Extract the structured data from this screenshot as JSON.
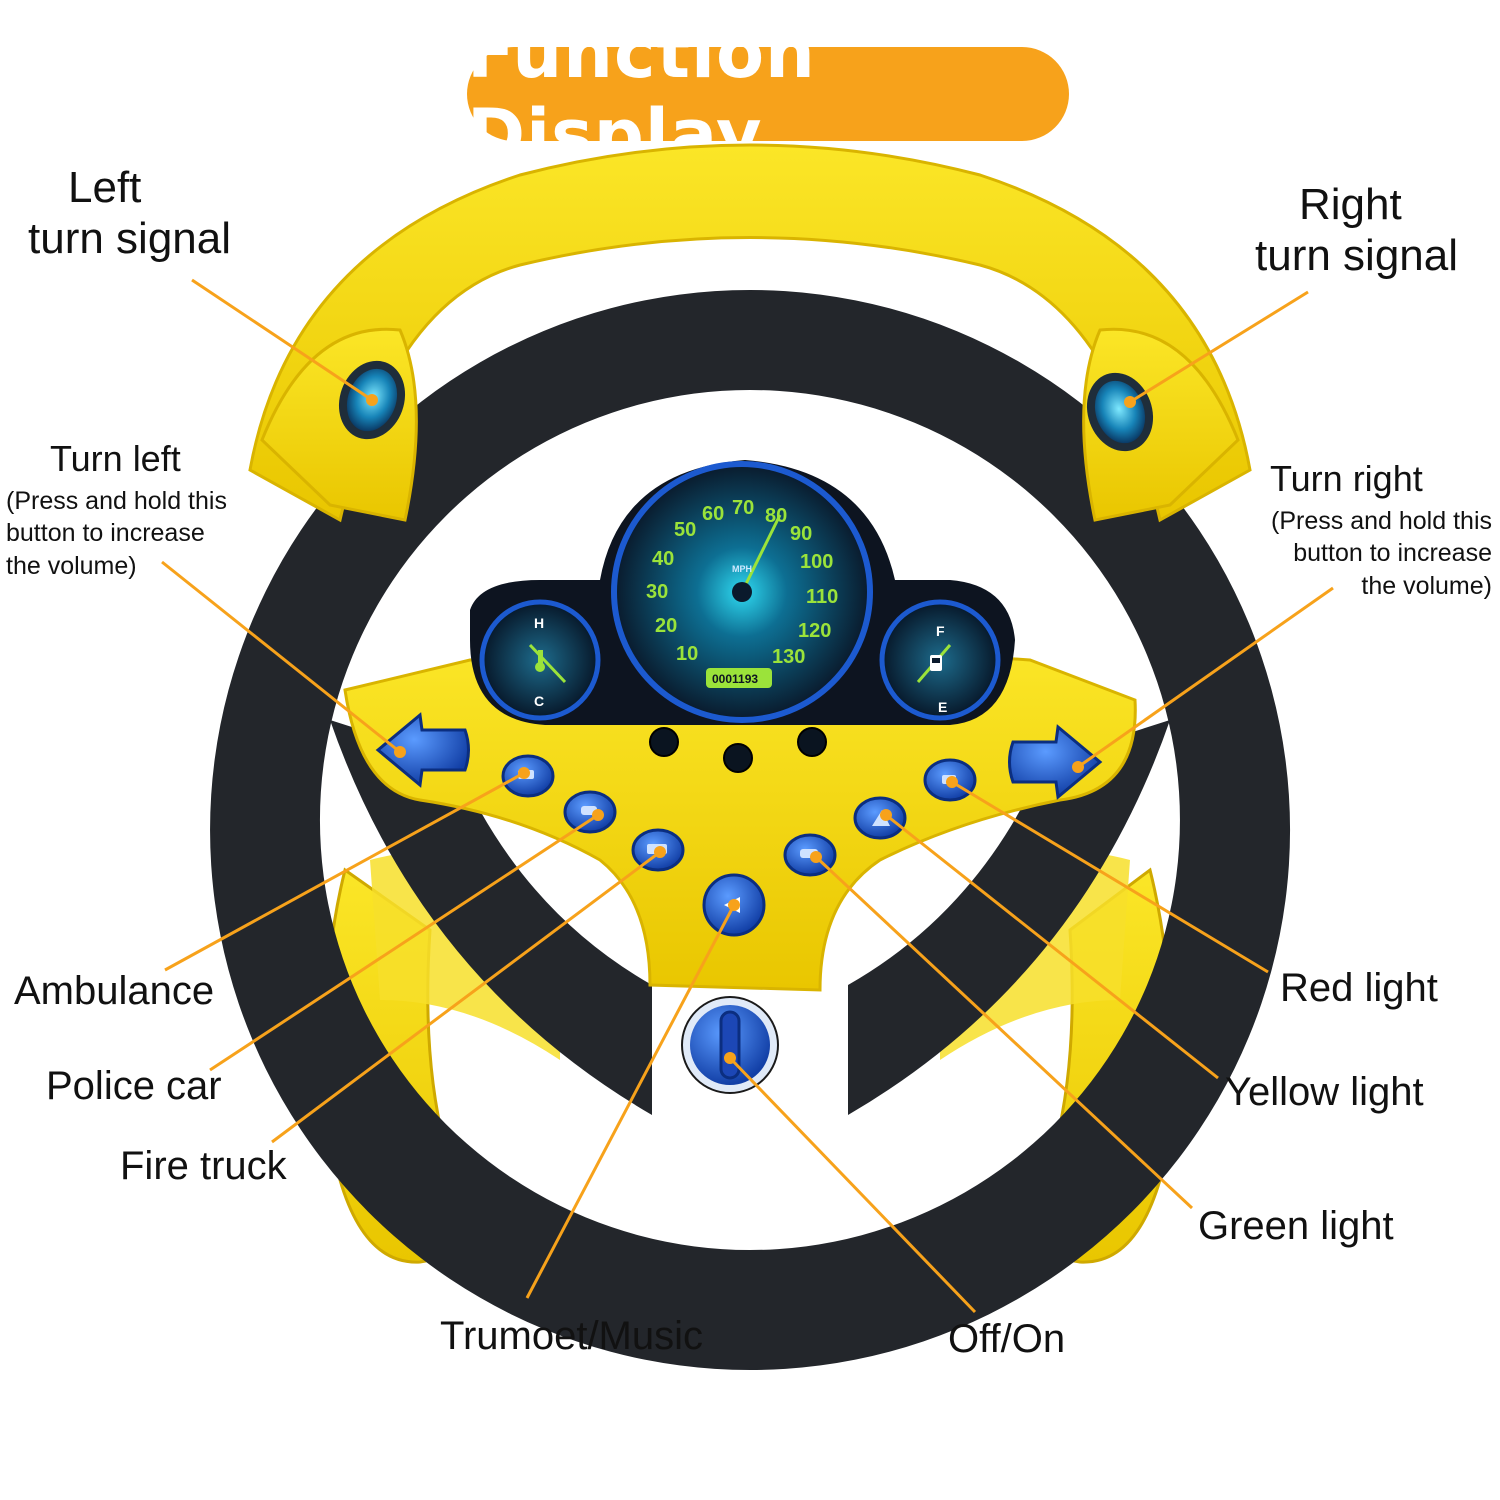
{
  "title": "Function Display",
  "colors": {
    "accent": "#f7a21b",
    "wheel_yellow": "#f5dc0a",
    "wheel_black": "#23262b",
    "button_blue": "#1f5fd6",
    "gauge_green": "#9be33a"
  },
  "labels": {
    "left_signal": {
      "line1": "Left",
      "line2": "turn signal"
    },
    "right_signal": {
      "line1": "Right",
      "line2": "turn signal"
    },
    "turn_left": {
      "head": "Turn left",
      "lines": [
        "(Press and hold this",
        "button to increase",
        "the volume)"
      ]
    },
    "turn_right": {
      "head": "Turn right",
      "lines": [
        "(Press and hold this",
        "button to increase",
        "the volume)"
      ]
    },
    "ambulance": "Ambulance",
    "police_car": "Police car",
    "fire_truck": "Fire truck",
    "trumpet_music": "Trumoet/Music",
    "off_on": "Off/On",
    "red_light": "Red light",
    "yellow_light": "Yellow light",
    "green_light": "Green light"
  },
  "speedometer": {
    "unit": "MPH",
    "ticks": [
      "10",
      "20",
      "30",
      "40",
      "50",
      "60",
      "70",
      "80",
      "90",
      "100",
      "110",
      "120",
      "130"
    ],
    "odometer": "0001193"
  },
  "temp_gauge": {
    "top": "H",
    "bottom": "C"
  },
  "fuel_gauge": {
    "top": "F",
    "bottom": "E"
  },
  "icons": [
    "turn-left-arrow-icon",
    "turn-right-arrow-icon",
    "ambulance-icon",
    "police-car-icon",
    "fire-truck-icon",
    "trumpet-icon",
    "power-knob-icon",
    "red-light-icon",
    "yellow-light-icon",
    "green-light-icon",
    "thermometer-icon",
    "fuel-pump-icon"
  ]
}
